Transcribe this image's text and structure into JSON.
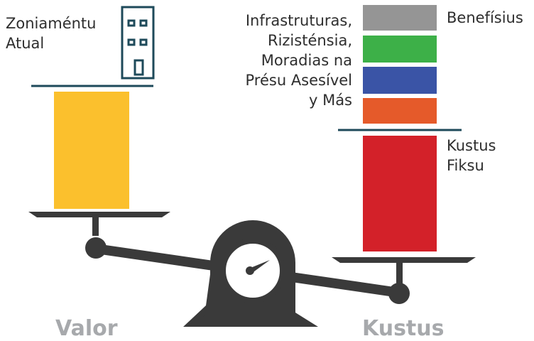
{
  "left_side": {
    "icon": "building-icon",
    "label_lines": [
      "Zoniaméntu",
      "Atual"
    ],
    "bar_color": "#fbc02d",
    "bottom_label": "Valor"
  },
  "right_side": {
    "stack_label_lines": [
      "Infrastruturas,",
      "Rizisténsia,",
      "Moradias na",
      "Présu Asesível",
      "y Más"
    ],
    "benefits_label": "Benefísius",
    "fixed_cost_label_lines": [
      "Kustus",
      "Fiksu"
    ],
    "bottom_label": "Kustus",
    "colors": {
      "benefits": "#959595",
      "green": "#3db048",
      "blue": "#3a54a6",
      "orange": "#e55a2a",
      "fixed_cost": "#d32129"
    }
  },
  "scale": {
    "icon": "gauge-icon",
    "color": "#3a3a3a",
    "divider_color": "#1e4a5a"
  }
}
